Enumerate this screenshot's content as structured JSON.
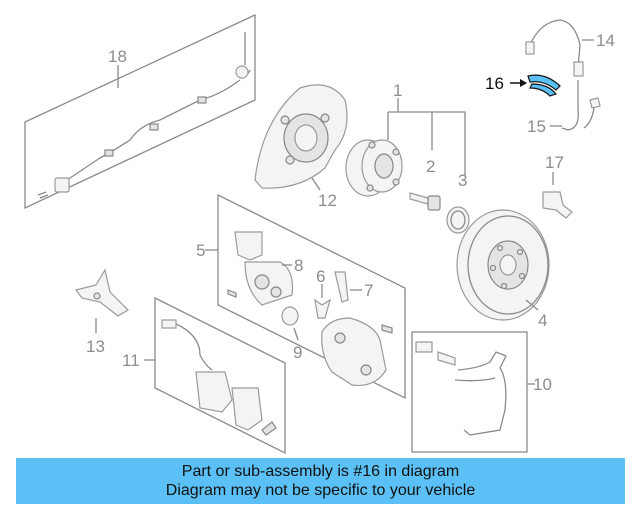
{
  "callouts": {
    "c1": "1",
    "c2": "2",
    "c3": "3",
    "c4": "4",
    "c5": "5",
    "c6": "6",
    "c7": "7",
    "c8": "8",
    "c9": "9",
    "c10": "10",
    "c11": "11",
    "c12": "12",
    "c13": "13",
    "c14": "14",
    "c15": "15",
    "c16": "16",
    "c17": "17",
    "c18": "18"
  },
  "highlight": {
    "part_number": "16",
    "color": "#5bc0f5"
  },
  "banner": {
    "line1": "Part or sub-assembly is #16 in diagram",
    "line2": "Diagram may not be specific to your vehicle",
    "background": "#5bc0f5"
  }
}
